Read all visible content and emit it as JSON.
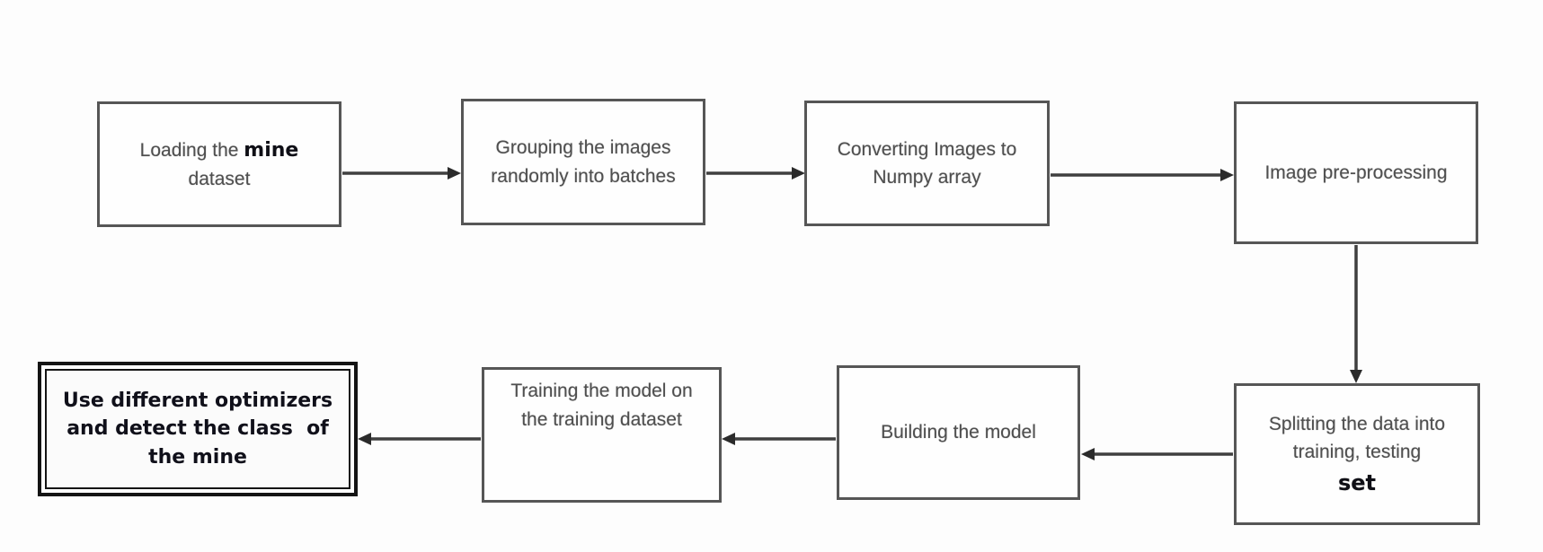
{
  "diagram": {
    "type": "flowchart",
    "colors": {
      "box_border": "#565656",
      "accent_box_border": "#141414",
      "arrow": "#3f3f3f",
      "text_muted": "#4f4f4f",
      "text_emphasis": "#10101a",
      "background": "#fdfdfd"
    },
    "boxes": {
      "loading": {
        "line1_normal": "Loading the",
        "line1_edited": "mine",
        "line2": "dataset"
      },
      "grouping": {
        "line1": "Grouping the images",
        "line2": "randomly into batches"
      },
      "converting": {
        "line1": "Converting Images to",
        "line2": "Numpy array"
      },
      "preprocessing": {
        "line1": "Image pre-processing"
      },
      "splitting": {
        "line1": "Splitting the data into",
        "line2": "training, testing",
        "line3_edited": "set"
      },
      "building": {
        "line1": "Building the model"
      },
      "training": {
        "line1": "Training the model on",
        "line2": "the training dataset"
      },
      "optimizers": {
        "line1": "Use different optimizers",
        "line2": "and detect the class  of",
        "line3": "the mine"
      }
    },
    "edges": [
      {
        "from": "loading",
        "to": "grouping",
        "direction": "right"
      },
      {
        "from": "grouping",
        "to": "converting",
        "direction": "right"
      },
      {
        "from": "converting",
        "to": "preprocessing",
        "direction": "right"
      },
      {
        "from": "preprocessing",
        "to": "splitting",
        "direction": "down"
      },
      {
        "from": "splitting",
        "to": "building",
        "direction": "left"
      },
      {
        "from": "building",
        "to": "training",
        "direction": "left"
      },
      {
        "from": "training",
        "to": "optimizers",
        "direction": "left"
      }
    ]
  }
}
